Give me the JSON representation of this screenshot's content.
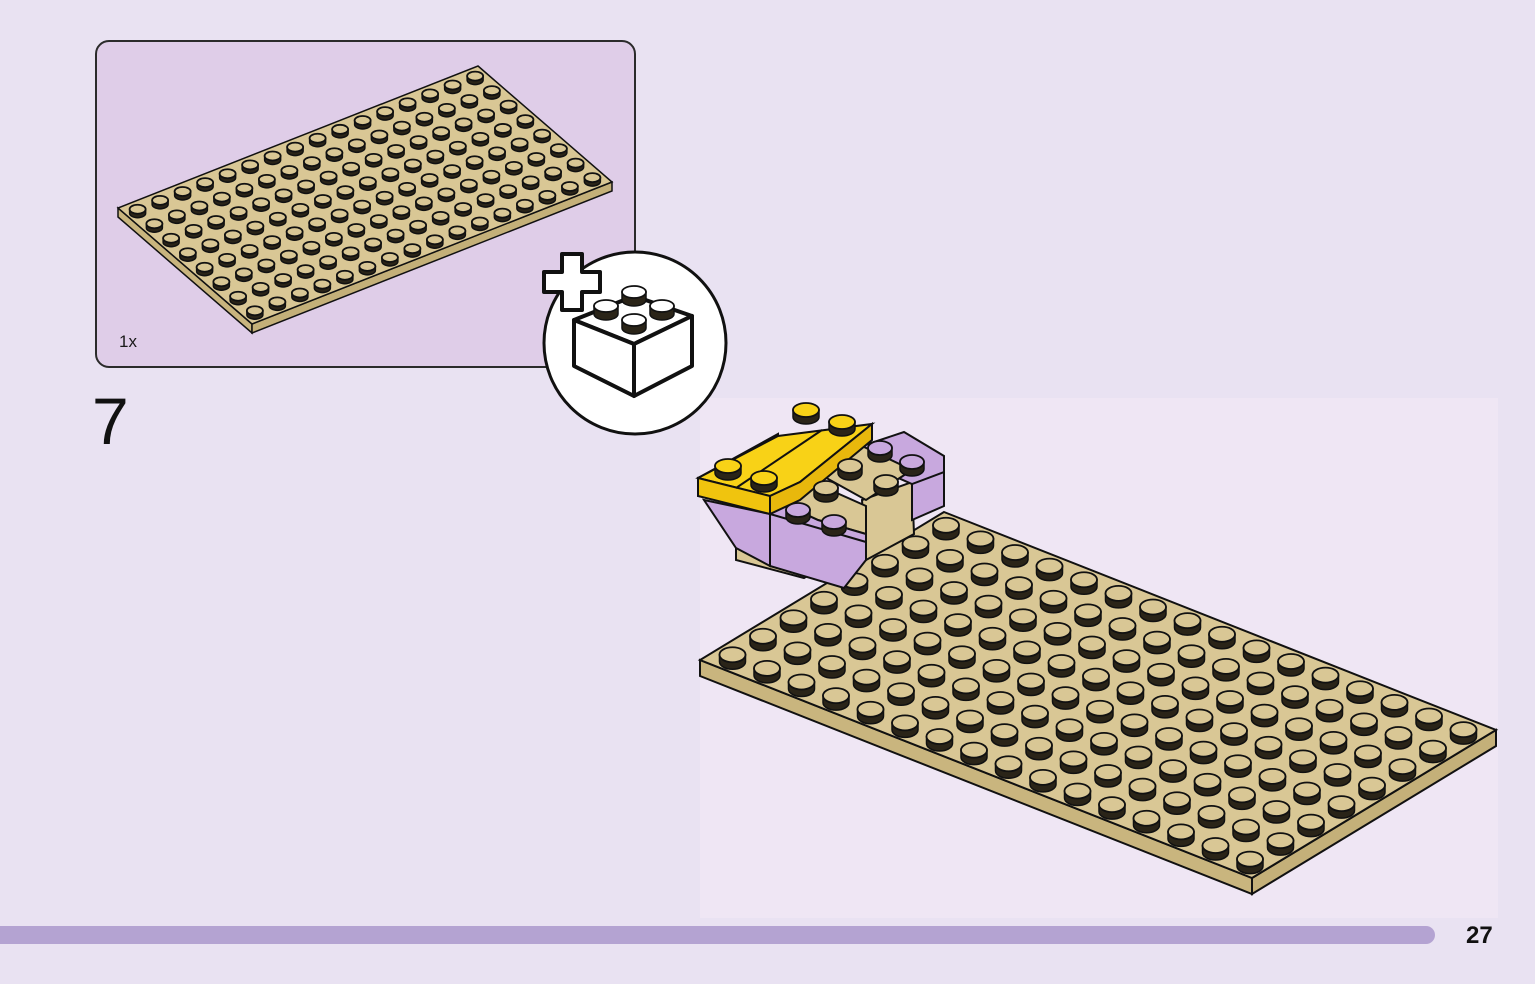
{
  "parts_callout": {
    "quantity": "1x",
    "part": "tan-8x16-plate-icon"
  },
  "step": {
    "number": "7"
  },
  "add_badge": {
    "icon": "add-brick-icon"
  },
  "footer": {
    "page_number": "27"
  },
  "colors": {
    "page_background": "#e9e2f2",
    "callout_background": "#dfcde8",
    "tan": "#d9c795",
    "yellow": "#f8d217",
    "lavender": "#c8a8de",
    "page_bar": "#b4a3d2"
  }
}
